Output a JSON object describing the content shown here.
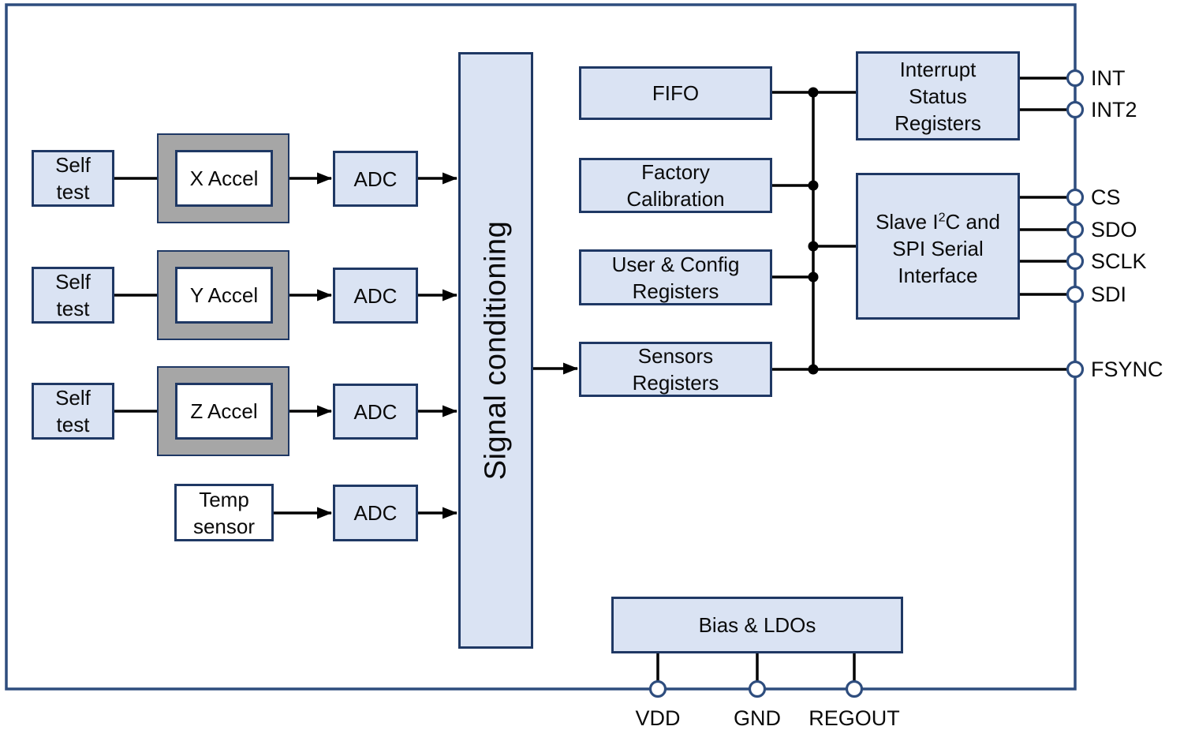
{
  "colors": {
    "box_fill": "#dae3f3",
    "box_border": "#1f3864",
    "outer_border": "#2e4d7e",
    "frame_gray": "#a6a6a6",
    "wire": "#000000",
    "pin_circle_fill": "#ffffff"
  },
  "sensor_rows": [
    {
      "self_test": "Self test",
      "sensor": "X Accel",
      "adc": "ADC"
    },
    {
      "self_test": "Self test",
      "sensor": "Y Accel",
      "adc": "ADC"
    },
    {
      "self_test": "Self test",
      "sensor": "Z Accel",
      "adc": "ADC"
    }
  ],
  "temp_row": {
    "sensor": "Temp sensor",
    "adc": "ADC"
  },
  "signal_conditioning": {
    "label": "Signal conditioning"
  },
  "register_blocks": [
    {
      "label": "FIFO"
    },
    {
      "label": "Factory Calibration"
    },
    {
      "label": "User & Config Registers"
    },
    {
      "label": "Sensors Registers"
    }
  ],
  "interface_blocks": {
    "interrupt": {
      "label": "Interrupt Status Registers"
    },
    "slave": {
      "line1_pre": "Slave I",
      "line1_sup": "2",
      "line1_post": "C and",
      "line2": "SPI Serial",
      "line3": "Interface"
    }
  },
  "power_block": {
    "label": "Bias & LDOs"
  },
  "pins": {
    "right": [
      {
        "label": "INT"
      },
      {
        "label": "INT2"
      },
      {
        "label": "CS"
      },
      {
        "label": "SDO"
      },
      {
        "label": "SCLK"
      },
      {
        "label": "SDI"
      },
      {
        "label": "FSYNC"
      }
    ],
    "bottom": [
      {
        "label": "VDD"
      },
      {
        "label": "GND"
      },
      {
        "label": "REGOUT"
      }
    ]
  }
}
